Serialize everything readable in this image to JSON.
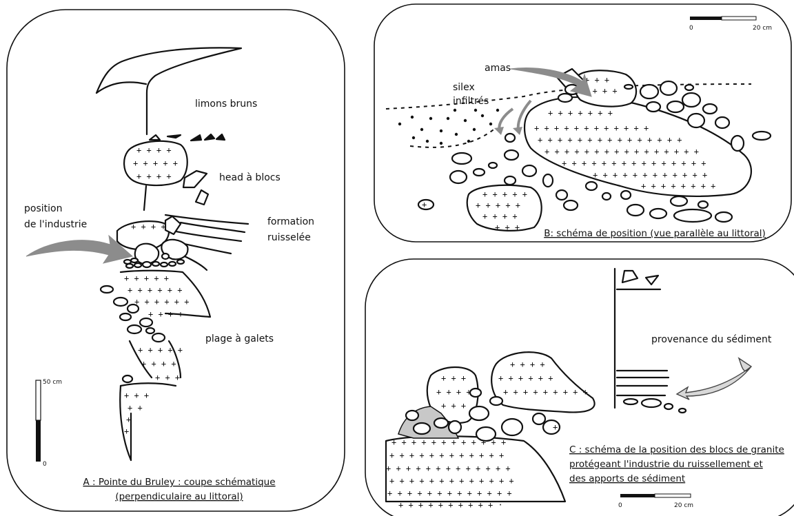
{
  "panelA": {
    "labels": {
      "limons": "limons bruns",
      "head": "head à blocs",
      "position1": "position",
      "position2": "de l'industrie",
      "formation1": "formation",
      "formation2": "ruisselée",
      "plage": "plage à galets"
    },
    "caption1": "A : Pointe du Bruley : coupe schématique",
    "caption2": "(perpendiculaire au littoral)",
    "scale": {
      "top": "50 cm",
      "bottom": "0"
    }
  },
  "panelB": {
    "labels": {
      "amas": "amas",
      "silex1": "silex",
      "silex2": "infiltrés"
    },
    "caption": "B: schéma de position (vue parallèle au littoral)",
    "scale": {
      "left": "0",
      "right": "20 cm"
    }
  },
  "panelC": {
    "labels": {
      "provenance": "provenance du sédiment"
    },
    "caption1": "C : schéma de la position des blocs de granite",
    "caption2": "protégeant l'industrie du ruissellement et",
    "caption3": "des apports de sédiment",
    "scale": {
      "left": "0",
      "right": "20 cm"
    }
  },
  "colors": {
    "arrow": "#8c8c8c",
    "arrow_light": "#d8d8d8",
    "infill": "#c8c8c8",
    "ink": "#111111"
  }
}
